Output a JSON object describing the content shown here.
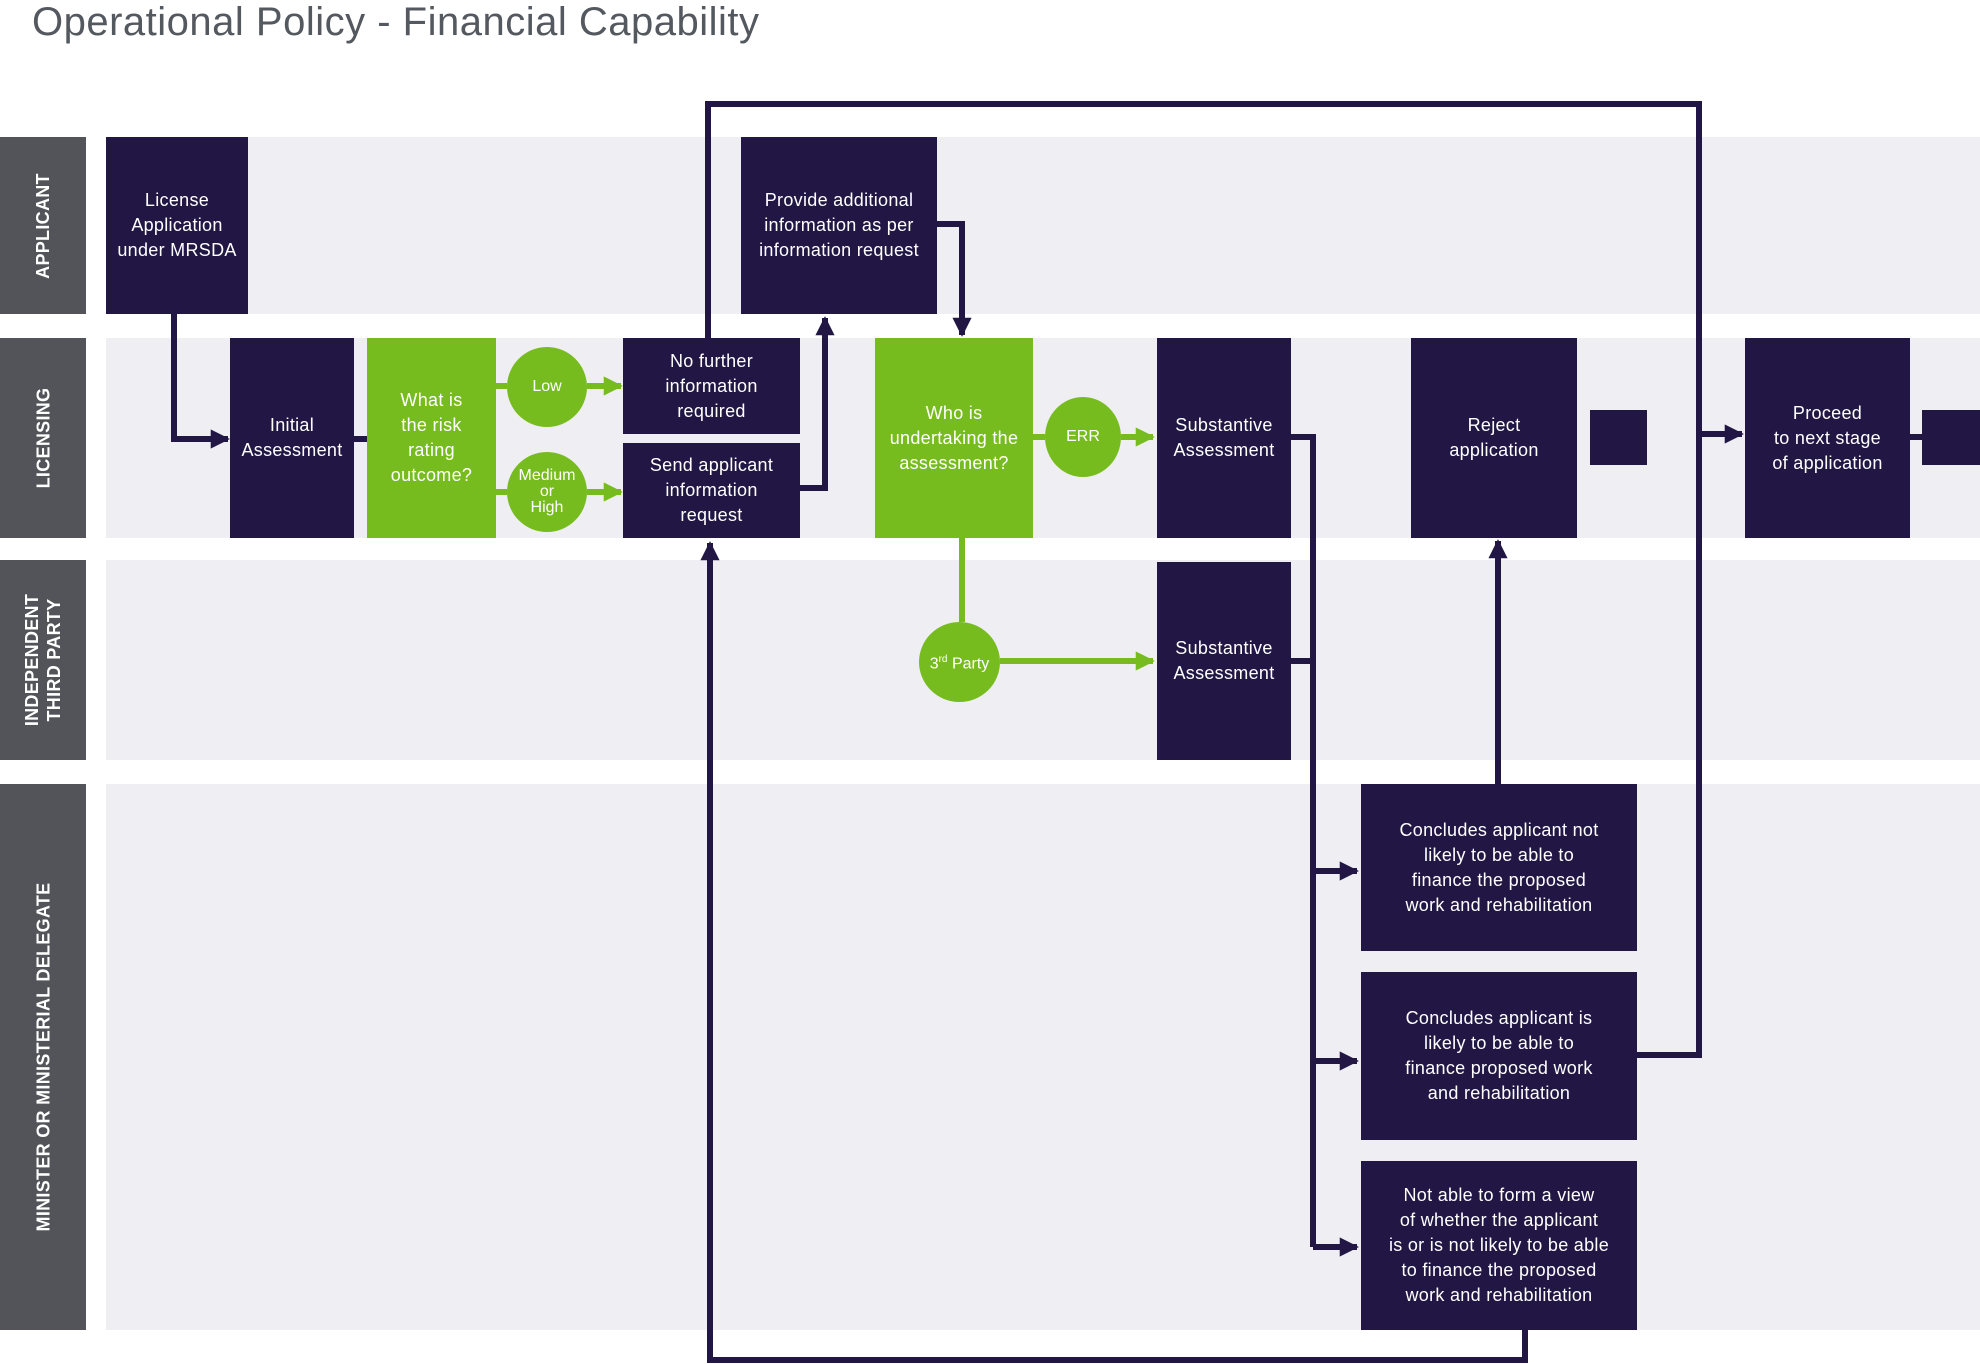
{
  "title": "Operational Policy - Financial Capability",
  "colors": {
    "dark": "#221644",
    "green": "#77bc1f",
    "lane": "#efeef3",
    "label": "#535459"
  },
  "lanes": {
    "applicant": "APPLICANT",
    "licensing": "LICENSING",
    "third_party": "INDEPENDENT\nTHIRD PARTY",
    "minister": "MINISTER OR MINISTERIAL DELEGATE"
  },
  "nodes": {
    "license_application": "License\nApplication\nunder MRSDA",
    "initial_assessment": "Initial\nAssessment",
    "risk_rating": "What is\nthe risk\nrating\noutcome?",
    "low": "Low",
    "medium_high": "Medium\nor\nHigh",
    "no_further_info": "No further\ninformation\nrequired",
    "send_info_request": "Send applicant\ninformation\nrequest",
    "provide_additional": "Provide additional\ninformation as per\ninformation request",
    "who_undertaking": "Who is\nundertaking the\nassessment?",
    "err": "ERR",
    "third_party_base": "3",
    "third_party_sup": "rd",
    "third_party_rest": " Party",
    "substantive_licensing": "Substantive\nAssessment",
    "substantive_third_party": "Substantive\nAssessment",
    "reject_application": "Reject\napplication",
    "proceed_next_stage": "Proceed\nto next stage\nof application",
    "concludes_not_likely": "Concludes applicant not\nlikely to be able to\nfinance the proposed\nwork and rehabilitation",
    "concludes_likely": "Concludes applicant is\nlikely to be able to\nfinance proposed work\nand rehabilitation",
    "not_able_view": "Not able to form a view\nof whether the applicant\nis or is not likely to be able\nto finance the proposed\nwork and rehabilitation"
  }
}
